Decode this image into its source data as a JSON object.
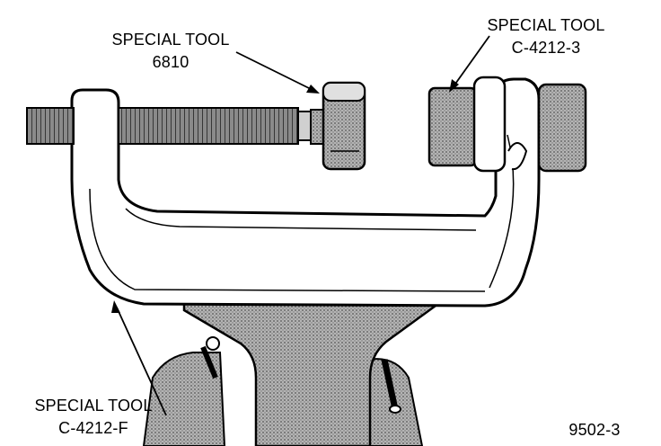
{
  "labels": {
    "tool_6810": {
      "line1": "SPECIAL TOOL",
      "line2": "6810"
    },
    "tool_c4212_3": {
      "line1": "SPECIAL TOOL",
      "line2": "C-4212-3"
    },
    "tool_c4212_f": {
      "line1": "SPECIAL TOOL",
      "line2": "C-4212-F"
    }
  },
  "figure_number": "9502-3",
  "colors": {
    "ink": "#000000",
    "shade": "#9a9a9a",
    "paper": "#ffffff"
  }
}
